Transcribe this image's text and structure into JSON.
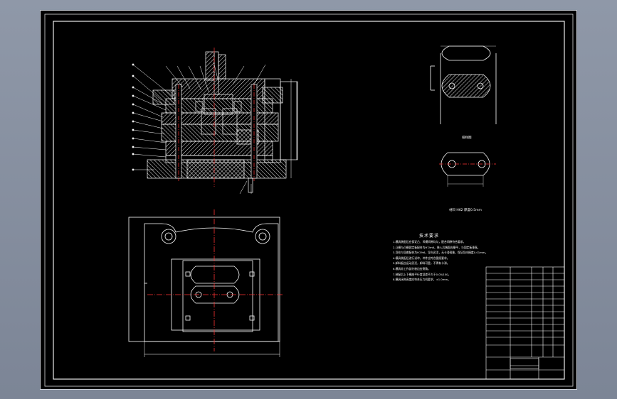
{
  "drawing": {
    "view_label": "排样图",
    "material_note": "材料 H62 厚度0.5mm",
    "tech_title": "技术要求",
    "tech_notes": [
      "1.模具装配后应保证凸、凹模间隙均匀，配合间隙符合要求。",
      "2.凸模与凸模固定板配合为H7/m6，装入后端面应磨平，与固定板垂直。",
      "3.导柱与导套配合为H7/h6，导向灵活，无卡滞现象，保证导向精度0.01mm。",
      "4.模具装配后进行试冲，冲件应符合图纸要求。",
      "5.卸料板应运动灵活，卸料可靠，不得有卡滞。",
      "6.模具非工作部分棱边应倒角。",
      "7.装配后上下模座平行度误差不大于0.05/100。",
      "8.模具闭合高度应符合压力机要求，±1.0mm。"
    ]
  },
  "colors": {
    "background": "#000000",
    "outline": "#ffffff",
    "centerline": "#ff3333",
    "frame_outer": "#dddddd"
  }
}
